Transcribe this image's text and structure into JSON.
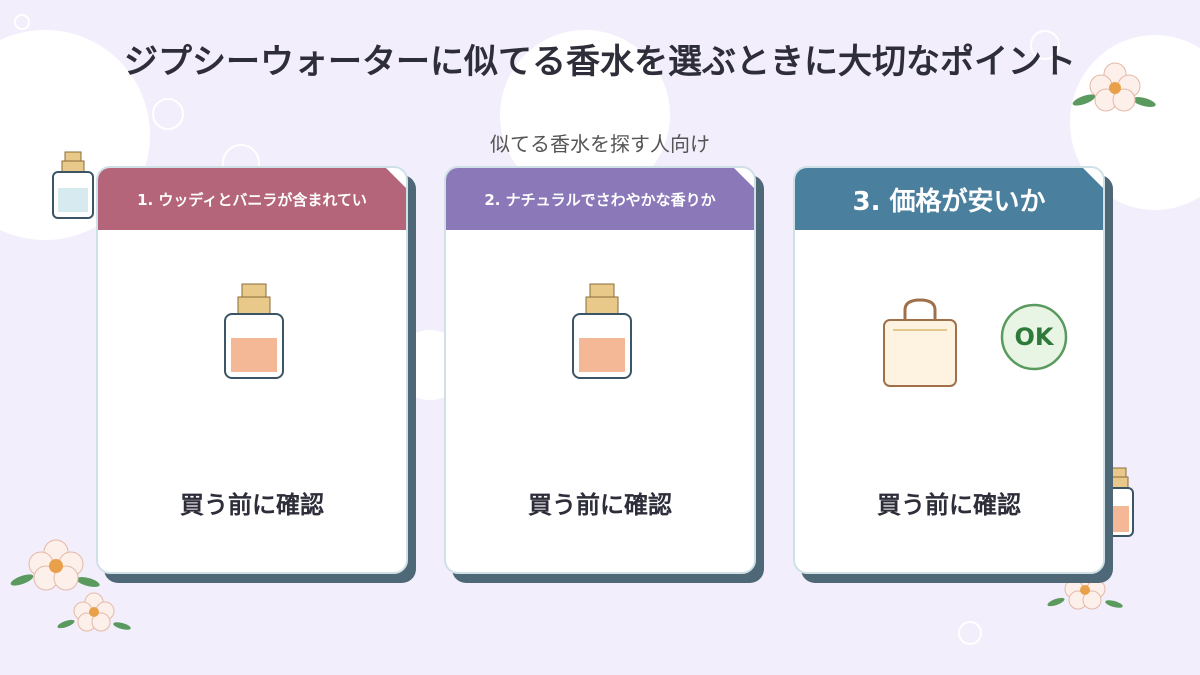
{
  "title": "ジプシーウォーターに似てる香水を選ぶときに大切なポイント",
  "subtitle": "似てる香水を探す人向け",
  "cards": [
    {
      "heading": "1. ウッディとバニラが含まれてい",
      "footer": "買う前に確認",
      "color": "#b5657a",
      "icon": "perfume-bottle-icon"
    },
    {
      "heading": "2. ナチュラルでさわやかな香りか",
      "footer": "買う前に確認",
      "color": "#8a78b8",
      "icon": "perfume-bottle-icon"
    },
    {
      "heading": "3. 価格が安いか",
      "footer": "買う前に確認",
      "color": "#4a7f9e",
      "icon": "shopping-bag-icon",
      "badge": "OK"
    }
  ],
  "colors": {
    "background": "#f3eefb",
    "card_shadow": "#4e6878",
    "bottle_cap": "#e8c98a",
    "bottle_liquid": "#f5b896",
    "bag": "#fdf3e0",
    "ok_badge": "#2f7a3a"
  }
}
